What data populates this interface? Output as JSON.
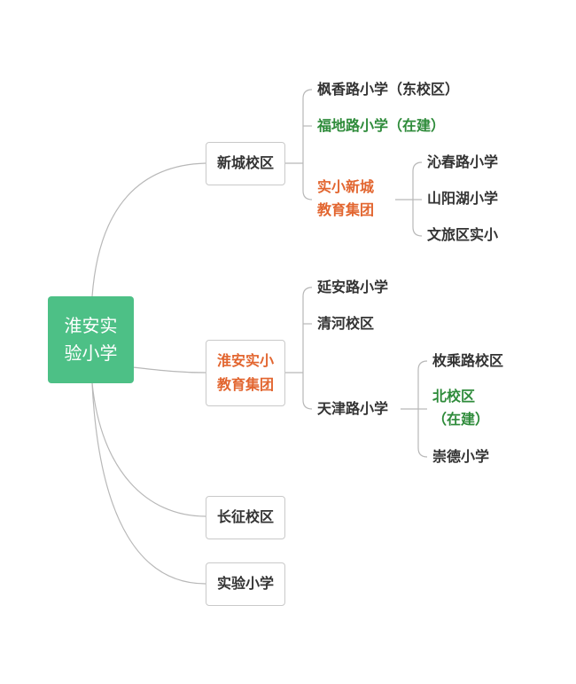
{
  "root": {
    "line1": "淮安实",
    "line2": "验小学"
  },
  "branches": {
    "xincheng": {
      "label": "新城校区",
      "children": {
        "fengxiang": "枫香路小学（东校区）",
        "fudi": "福地路小学（在建）",
        "shixiao_xincheng": {
          "line1": "实小新城",
          "line2": "教育集团",
          "children": {
            "qinchun": "沁春路小学",
            "shanyanghu": "山阳湖小学",
            "wenlvqu": "文旅区实小"
          }
        }
      }
    },
    "huaian_group": {
      "line1": "淮安实小",
      "line2": "教育集团",
      "children": {
        "yanan": "延安路小学",
        "qinghe": "清河校区",
        "tianjin": {
          "label": "天津路小学",
          "children": {
            "meicheng": "枚乘路校区",
            "beixiaoqu_line1": "北校区",
            "beixiaoqu_line2": "（在建）",
            "chongde": "崇德小学"
          }
        }
      }
    },
    "changzheng": {
      "label": "长征校区"
    },
    "shiyan": {
      "label": "实验小学"
    }
  },
  "colors": {
    "root_fill": "#4dc086",
    "highlight_green": "#2e8b3a",
    "highlight_orange": "#e2652f",
    "connector": "#b8b8b8"
  }
}
